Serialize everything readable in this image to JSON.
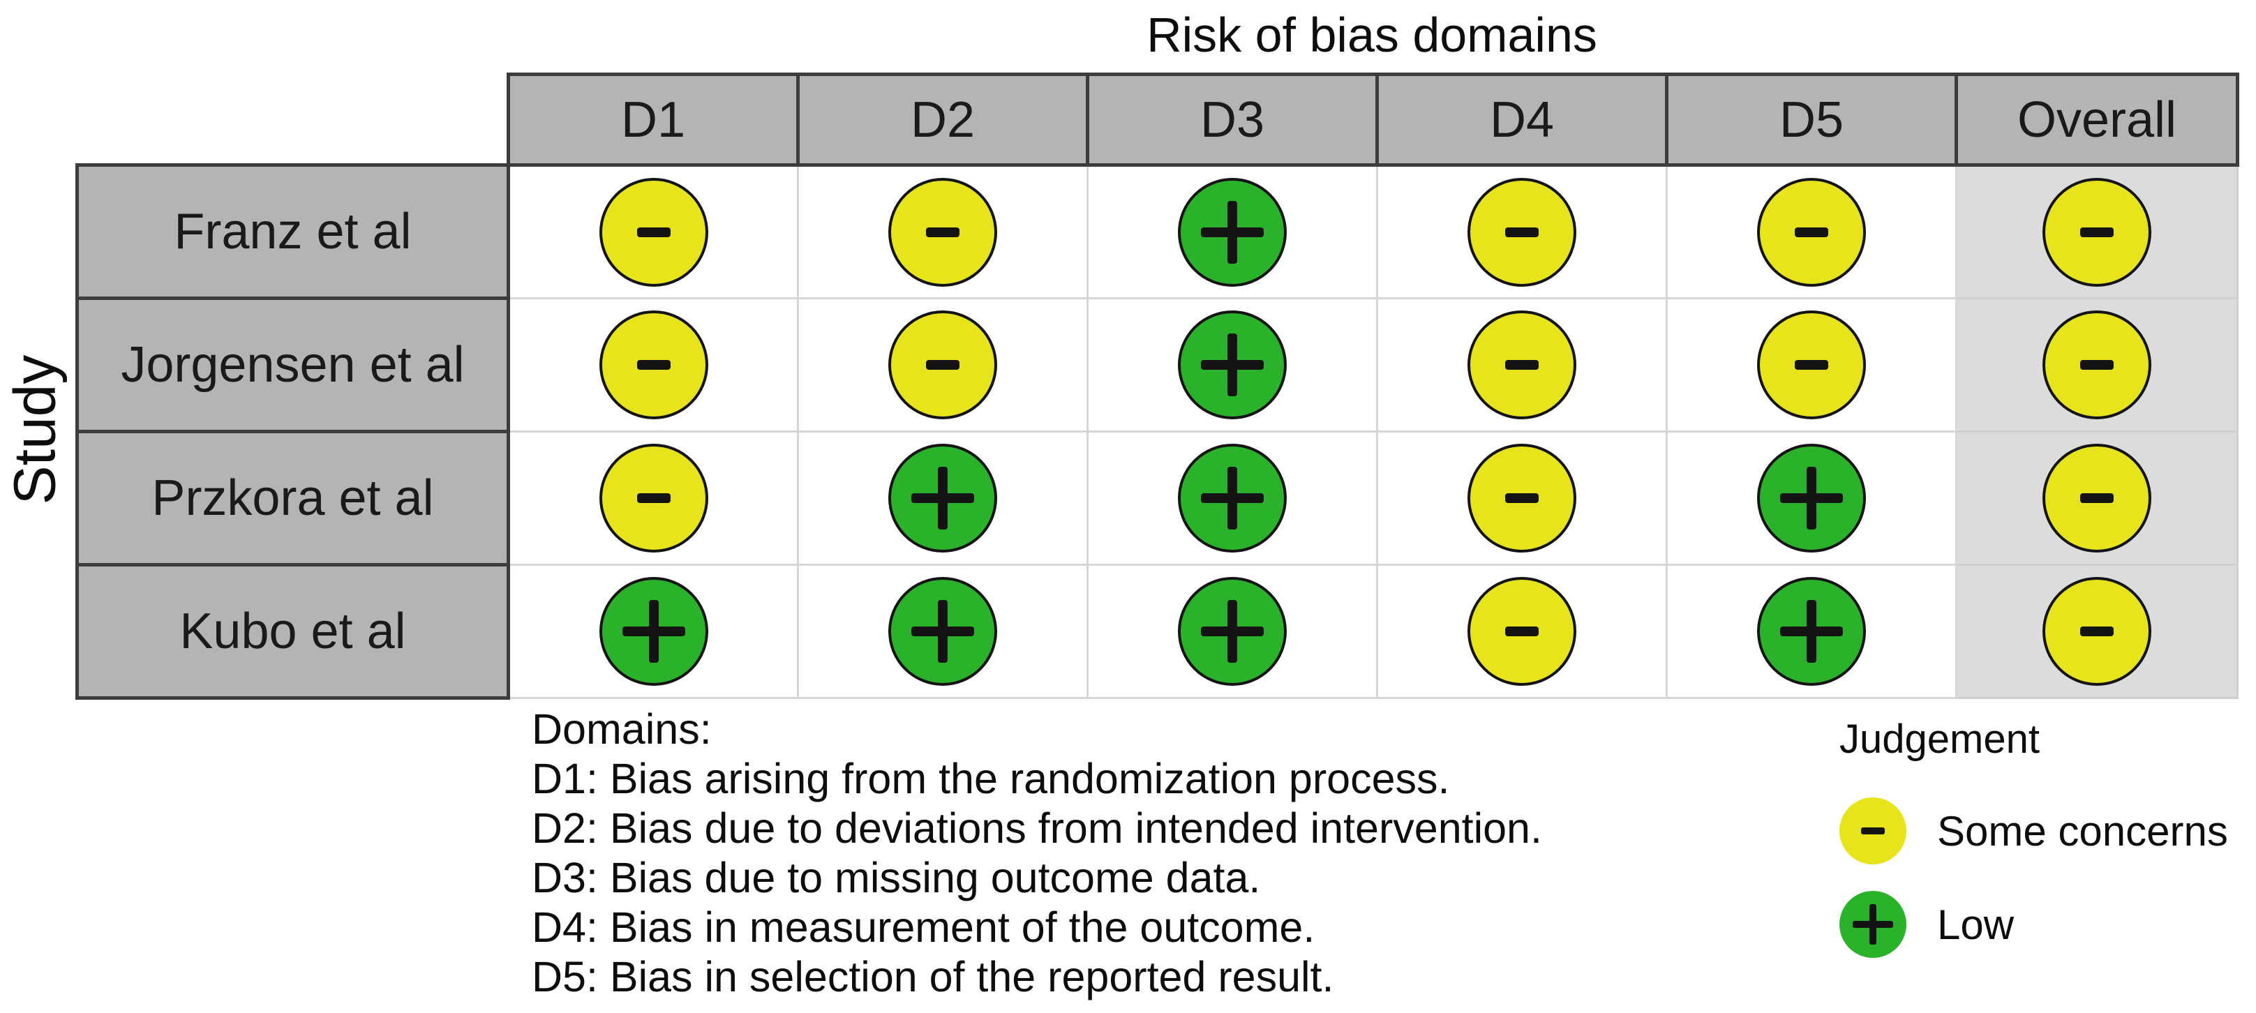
{
  "title": "Risk of bias domains",
  "axis_label": "Study",
  "chart_data": {
    "type": "heatmap",
    "title": "Risk of bias domains",
    "ylabel": "Study",
    "columns": [
      "D1",
      "D2",
      "D3",
      "D4",
      "D5",
      "Overall"
    ],
    "studies": [
      "Franz et al",
      "Jorgensen et al",
      "Przkora et al",
      "Kubo et al"
    ],
    "values": [
      [
        "some_concerns",
        "some_concerns",
        "low",
        "some_concerns",
        "some_concerns",
        "some_concerns"
      ],
      [
        "some_concerns",
        "some_concerns",
        "low",
        "some_concerns",
        "some_concerns",
        "some_concerns"
      ],
      [
        "some_concerns",
        "low",
        "low",
        "some_concerns",
        "low",
        "some_concerns"
      ],
      [
        "low",
        "low",
        "low",
        "some_concerns",
        "low",
        "some_concerns"
      ]
    ],
    "legend_position": "bottom-right",
    "grid": "on"
  },
  "judgement_styles": {
    "some_concerns": {
      "symbol": "-",
      "label": "Some concerns",
      "color": "#e7e41c"
    },
    "low": {
      "symbol": "+",
      "label": "Low",
      "color": "#2bb22b"
    }
  },
  "footnote": {
    "heading": "Domains:",
    "items": [
      "D1: Bias arising from the randomization process.",
      "D2: Bias due to deviations from intended intervention.",
      "D3: Bias due to missing outcome data.",
      "D4: Bias in measurement of the outcome.",
      "D5: Bias in selection of the reported result."
    ]
  },
  "legend": {
    "heading": "Judgement",
    "items": [
      {
        "judgement": "some_concerns",
        "symbol": "-",
        "label": "Some concerns"
      },
      {
        "judgement": "low",
        "symbol": "+",
        "label": "Low"
      }
    ]
  },
  "palette": {
    "header_fill": "#b4b4b4",
    "header_border": "#3c3c3c",
    "overall_column_fill": "#dcdcdc",
    "cell_border": "#d6d6d6",
    "symbol_color": "#141414"
  }
}
